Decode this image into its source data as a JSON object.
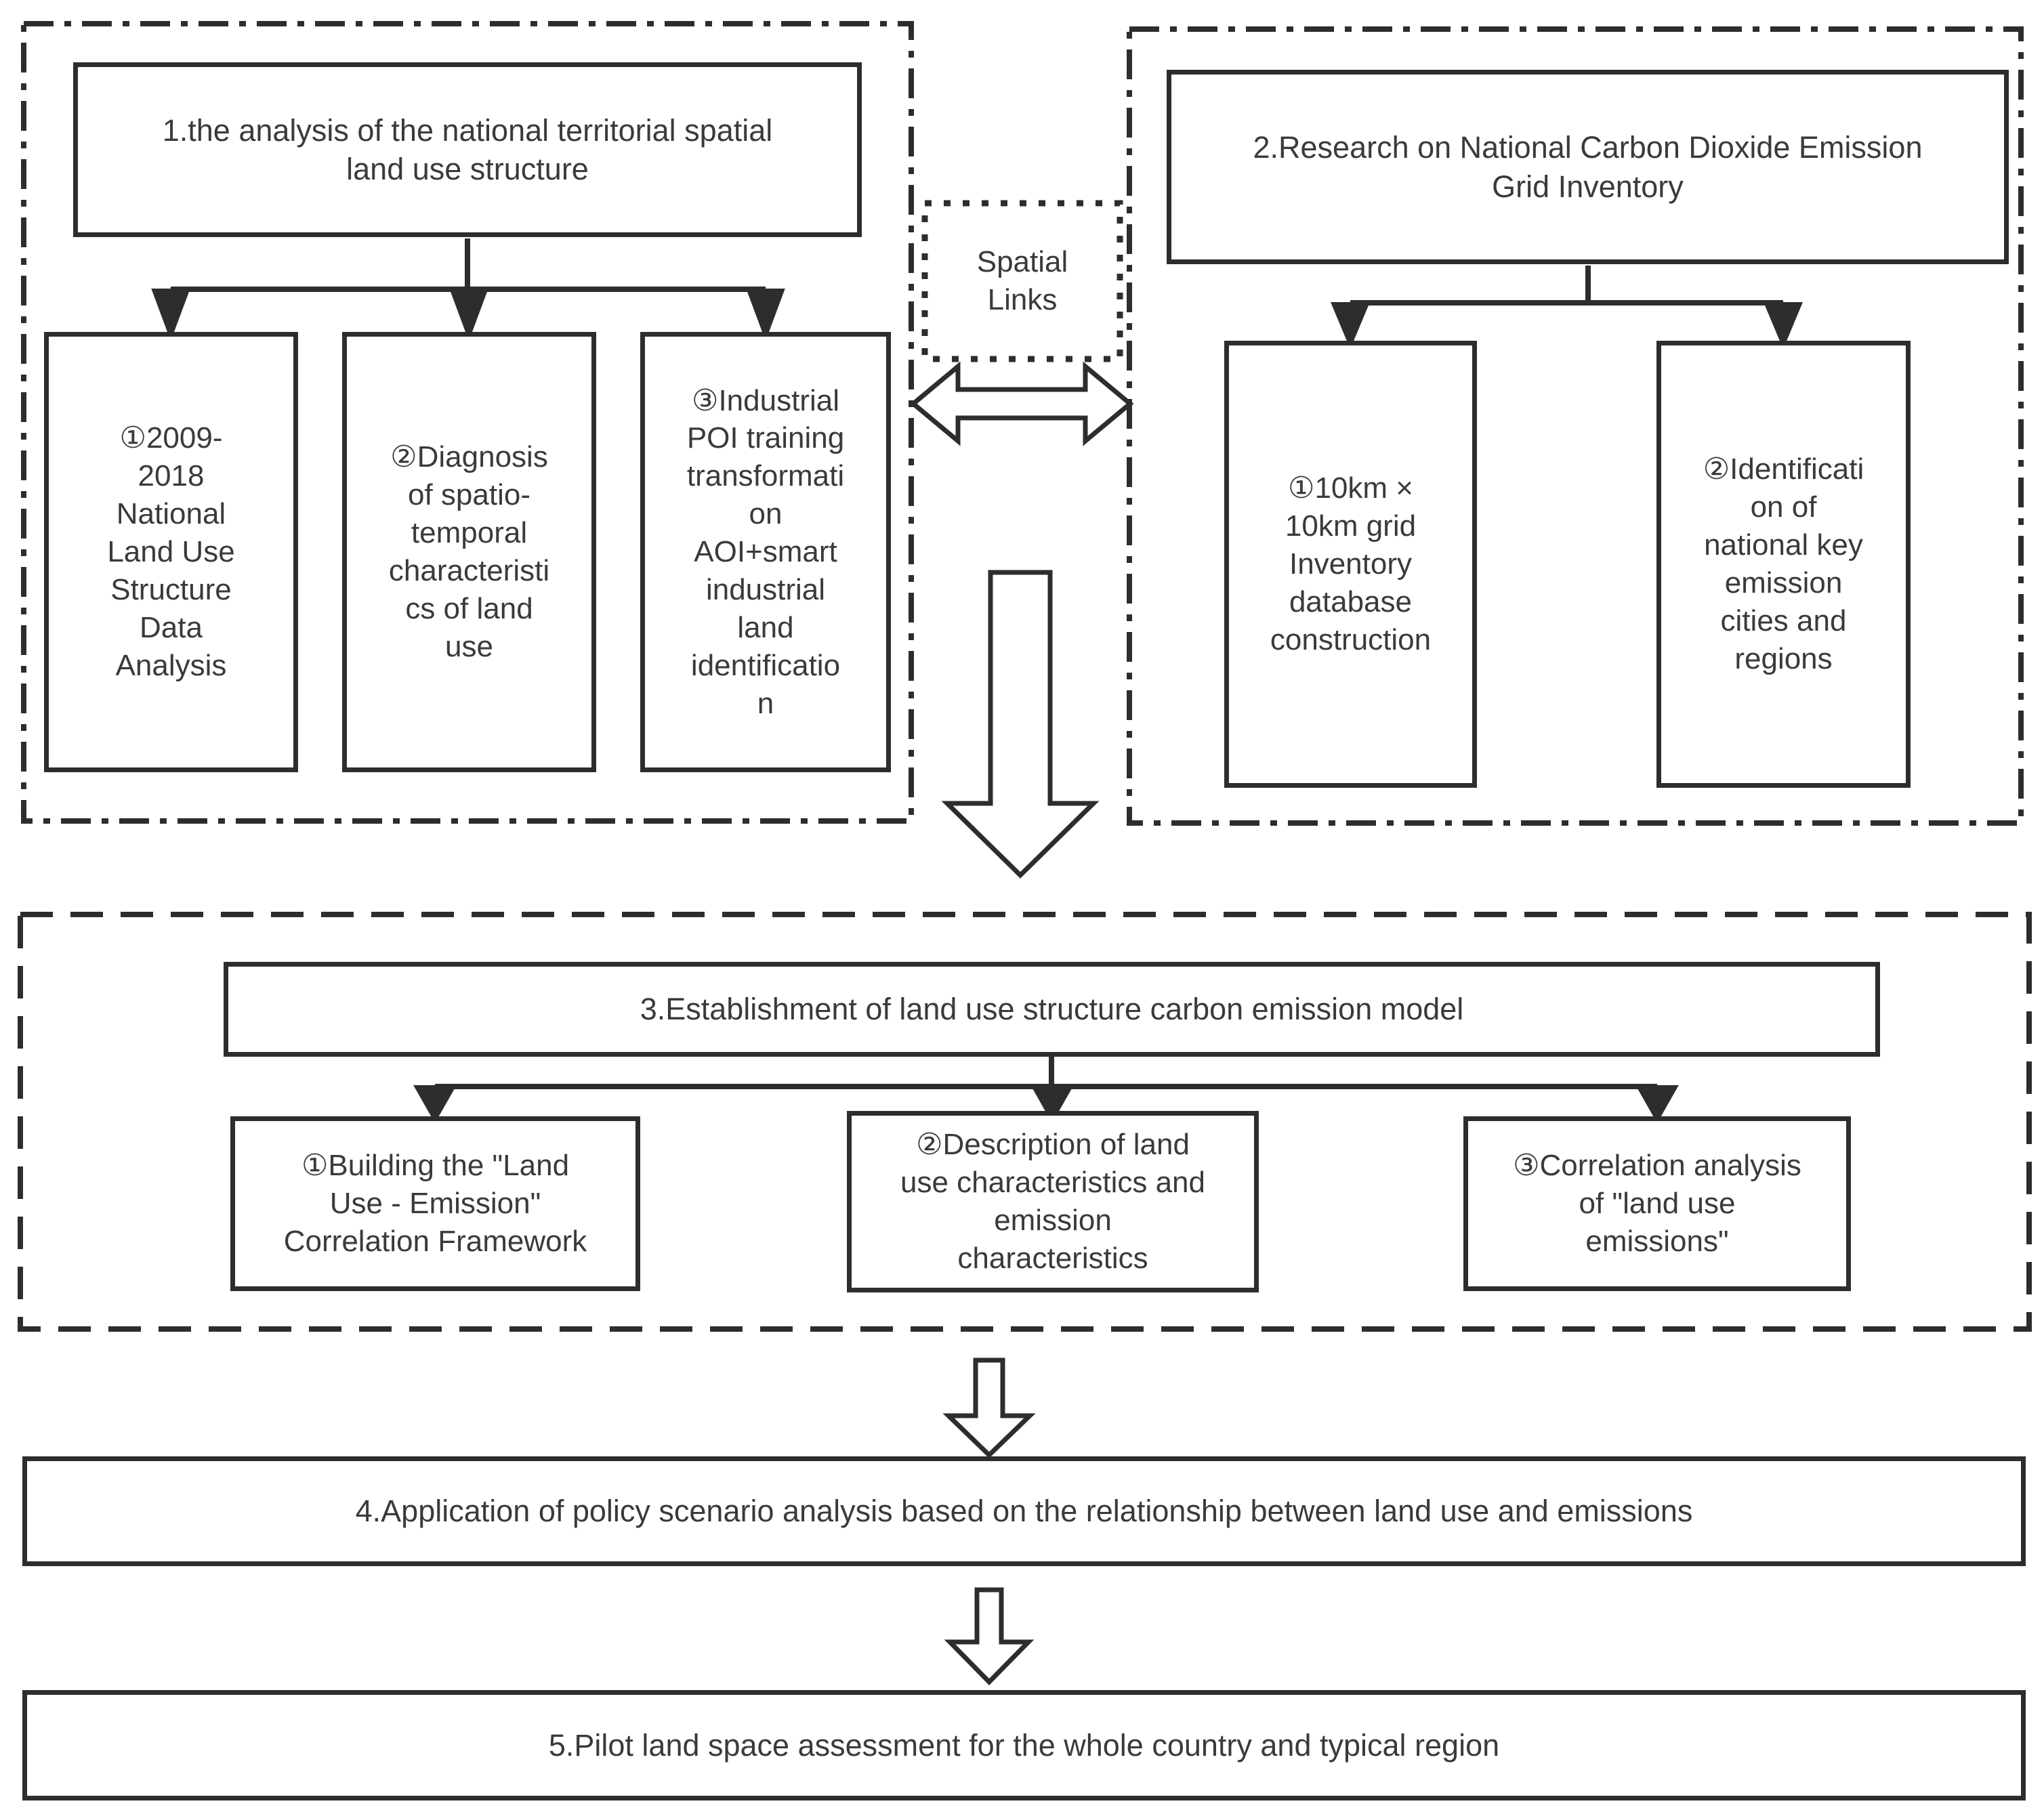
{
  "colors": {
    "line": "#2d2d2d",
    "text": "#3a3a3a",
    "background": "#ffffff"
  },
  "sections": {
    "s1": {
      "title": "1.the analysis of the national territorial spatial\nland use structure",
      "children": [
        "①2009-\n2018\nNational\nLand Use\nStructure\nData\nAnalysis",
        "②Diagnosis\nof spatio-\ntemporal\ncharacteristi\ncs of land\nuse",
        "③Industrial\nPOI training\ntransformati\non\nAOI+smart\nindustrial\nland\nidentificatio\nn"
      ]
    },
    "s2": {
      "title": "2.Research on National Carbon Dioxide Emission\nGrid Inventory",
      "children": [
        "①10km ×\n10km grid\nInventory\ndatabase\nconstruction",
        "②Identificati\non of\nnational key\nemission\ncities and\nregions"
      ]
    },
    "link_label": "Spatial\nLinks",
    "s3": {
      "title": "3.Establishment of land use structure carbon emission model",
      "children": [
        "①Building the \"Land\nUse - Emission\"\nCorrelation Framework",
        "②Description of land\nuse characteristics and\nemission\ncharacteristics",
        "③Correlation analysis\nof \"land use\nemissions\""
      ]
    },
    "s4": {
      "title": "4.Application of policy scenario analysis based on the relationship between land use and emissions"
    },
    "s5": {
      "title": "5.Pilot land space assessment for the whole country and typical region"
    }
  }
}
